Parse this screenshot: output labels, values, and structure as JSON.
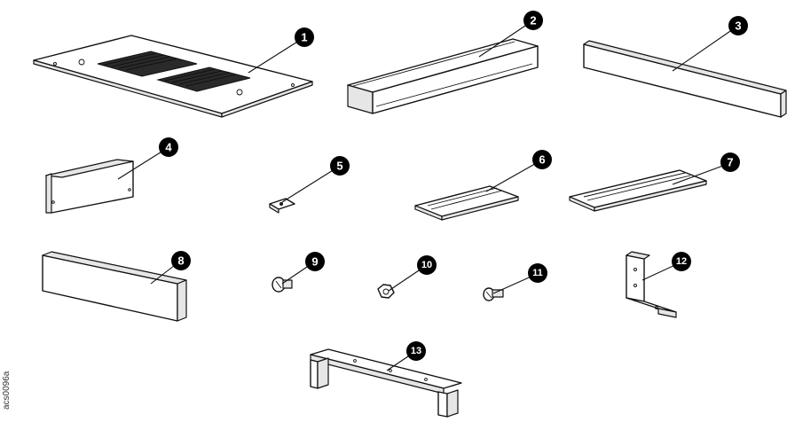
{
  "figure_id": "acs0096a",
  "callouts": [
    {
      "id": "1",
      "label": "1"
    },
    {
      "id": "2",
      "label": "2"
    },
    {
      "id": "3",
      "label": "3"
    },
    {
      "id": "4",
      "label": "4"
    },
    {
      "id": "5",
      "label": "5"
    },
    {
      "id": "6",
      "label": "6"
    },
    {
      "id": "7",
      "label": "7"
    },
    {
      "id": "8",
      "label": "8"
    },
    {
      "id": "9",
      "label": "9"
    },
    {
      "id": "10",
      "label": "10"
    },
    {
      "id": "11",
      "label": "11"
    },
    {
      "id": "12",
      "label": "12"
    },
    {
      "id": "13",
      "label": "13"
    }
  ]
}
